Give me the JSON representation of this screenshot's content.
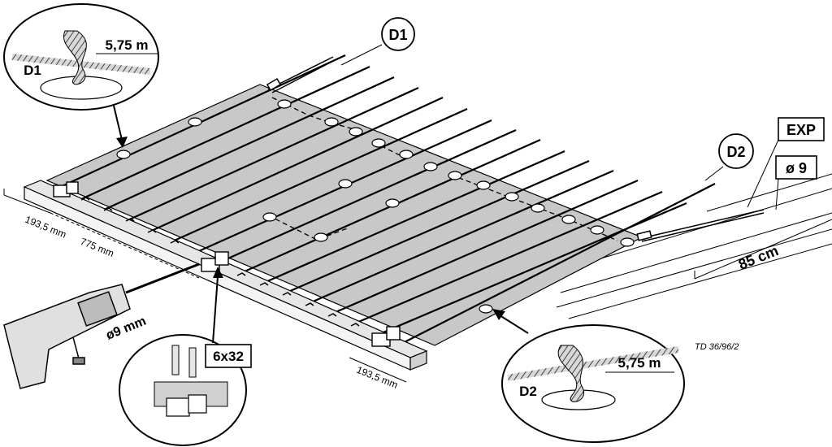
{
  "callouts": {
    "d1_circle": "D1",
    "d2_circle": "D2",
    "d1_zoom_tag": "D1",
    "d1_zoom_length": "5,75 m",
    "d2_zoom_tag": "D2",
    "d2_zoom_length": "5,75 m",
    "exp": "EXP",
    "dia9_box": "ø 9",
    "screw": "6x32"
  },
  "dimensions": {
    "left_offset": "193,5 mm",
    "spacing": "775 mm",
    "right_offset": "193,5 mm",
    "drill": "ø9 mm",
    "length_85": "85 cm"
  },
  "reference": "TD 36/96/2"
}
